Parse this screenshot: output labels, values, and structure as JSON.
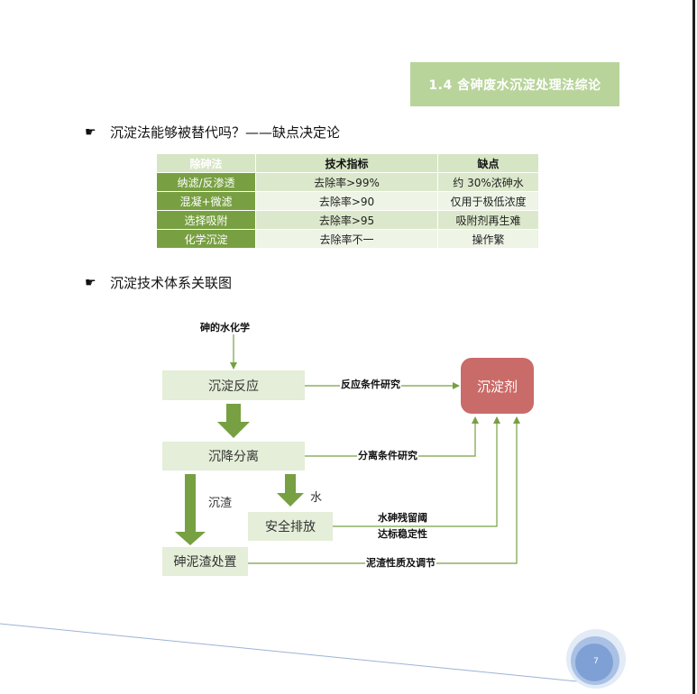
{
  "section": {
    "title": "1.4  含砷废水沉淀处理法综论"
  },
  "heading1": {
    "icon": "pointing-hand-icon",
    "text": "沉淀法能够被替代吗？——缺点决定论"
  },
  "table": {
    "headers": [
      "除砷法",
      "技术指标",
      "缺点"
    ],
    "rows": [
      [
        "纳滤/反渗透",
        "去除率>99%",
        "约 30%浓砷水"
      ],
      [
        "混凝+微滤",
        "去除率>90",
        "仅用于极低浓度"
      ],
      [
        "选择吸附",
        "去除率>95",
        "吸附剂再生难"
      ],
      [
        "化学沉淀",
        "去除率不一",
        "操作繁"
      ]
    ]
  },
  "heading2": {
    "icon": "pointing-hand-icon",
    "text": "沉淀技术体系关联图"
  },
  "diagram": {
    "top_label": "砷的水化学",
    "reaction": "沉淀反应",
    "separation": "沉降分离",
    "safe_discharge": "安全排放",
    "sludge": "砷泥渣处置",
    "agent": "沉淀剂",
    "reaction_conditions": "反应条件研究",
    "separation_conditions": "分离条件研究",
    "arsenic_residual_1": "水砷残留阈",
    "arsenic_residual_2": "达标稳定性",
    "sludge_properties": "泥渣性质及调节",
    "slag": "沉渣",
    "water": "水",
    "colors": {
      "arrow": "#77a042",
      "agent": "#c96b68",
      "box": "#e4eed8"
    }
  },
  "page": {
    "number": "7"
  }
}
